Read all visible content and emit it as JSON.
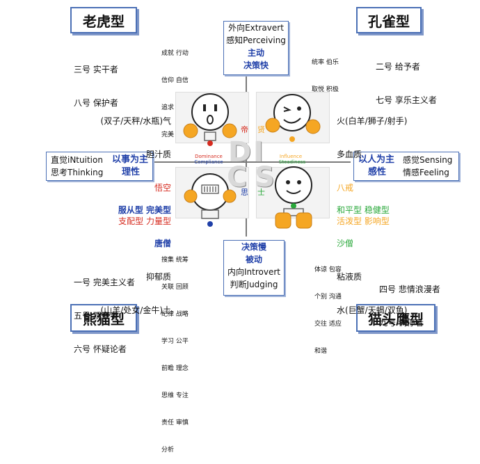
{
  "types": {
    "tiger": "老虎型",
    "peacock": "孔雀型",
    "panda": "熊猫型",
    "owl": "猫头鹰型"
  },
  "enneagram": {
    "tiger": [
      "三号 实干者",
      "八号 保护者"
    ],
    "peacock": [
      "二号 给予者",
      "七号 享乐主义者"
    ],
    "panda": [
      "一号 完美主义者",
      "五号 观察者",
      "六号 怀疑论者"
    ],
    "owl": [
      "四号 悲情浪漫者",
      "九号 调停者"
    ]
  },
  "traits": {
    "tiger": [
      "成就 行动",
      "信仰 自信",
      "追求 竞争",
      "完美 持续"
    ],
    "peacock": [
      "统率 伯乐",
      "取悦 积极"
    ],
    "panda": [
      "搜集 统筹",
      "关联 回顾",
      "纪律 战略",
      "学习 公平",
      "前瞻 理念",
      "思维 专注",
      "责任 审慎",
      "分析"
    ],
    "owl": [
      "体谅 包容",
      "个别 沟通",
      "交往 适应",
      "和谐"
    ]
  },
  "top_box": {
    "l1": "外向Extravert",
    "l2": "感知Perceiving",
    "l3": "主动",
    "l4": "决策快"
  },
  "bottom_box": {
    "l1": "决策慢",
    "l2": "被动",
    "l3": "内向Introvert",
    "l4": "判断Judging"
  },
  "left_box": {
    "l1": "直觉iNtuition",
    "l2": "思考Thinking",
    "l3": "以事为主",
    "l4": "理性"
  },
  "right_box": {
    "l1": "以人为主",
    "l2": "感性",
    "l3": "感觉Sensing",
    "l4": "情感Feeling"
  },
  "quadrant_text": {
    "d": [
      "(双子/天秤/水瓶)气",
      "胆汁质",
      "悟空",
      "支配型 力量型"
    ],
    "i": [
      "火(白羊/狮子/射手)",
      "多血质",
      "八戒",
      "活泼型 影响型"
    ],
    "c": [
      "服从型 完美型",
      "唐僧",
      "抑郁质",
      "(山羊/处女/金牛)土"
    ],
    "s": [
      "和平型 稳健型",
      "沙僧",
      "粘液质",
      "水(巨蟹/天蝎/双鱼)"
    ]
  },
  "center": {
    "letters": [
      "D",
      "I",
      "C",
      "S"
    ],
    "dominance": "Dominance",
    "influence": "Influence",
    "compliance": "Compliance",
    "steadiness": "Steadiness",
    "di": "帝",
    "xian": "贤",
    "si": "思",
    "shi": "士"
  },
  "colors": {
    "blue": "#1f3fa8",
    "red": "#d62b1f",
    "green": "#29a83a",
    "orange": "#f5a623"
  }
}
